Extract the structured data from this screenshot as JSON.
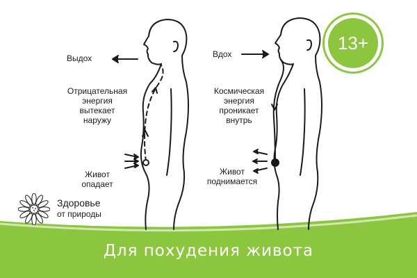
{
  "badge": {
    "text": "13+"
  },
  "left_figure": {
    "breath_label": "Выдох",
    "energy_label": "Отрицательная\nэнергия\nвытекает\nнаружу",
    "belly_label": "Живот\nопадает"
  },
  "right_figure": {
    "breath_label": "Вдох",
    "energy_label": "Космическая\nэнергия\nпроникает\nвнутрь",
    "belly_label": "Живот\nподнимается"
  },
  "brand": {
    "line1": "Здоровье",
    "line2": "от природы"
  },
  "banner": {
    "title": "Для похудения живота"
  },
  "colors": {
    "accent_green": "#8cc63f",
    "line": "#1a1a1a"
  }
}
